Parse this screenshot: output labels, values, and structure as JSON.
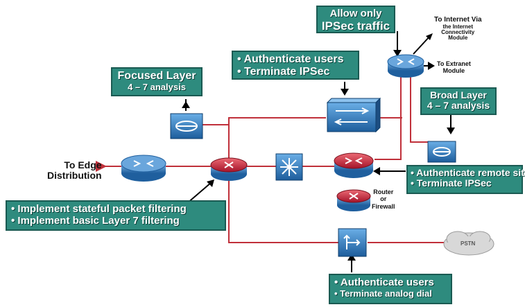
{
  "callouts": {
    "allow_ipsec": {
      "line1": "Allow only",
      "line2": "IPSec traffic"
    },
    "focused_layer": {
      "line1": "Focused Layer",
      "line2": "4 – 7 analysis"
    },
    "auth_terminate_vpn": {
      "line1": "• Authenticate users",
      "line2": "• Terminate IPSec"
    },
    "broad_layer": {
      "line1": "Broad Layer",
      "line2": "4 – 7 analysis"
    },
    "remote_sites": {
      "line1": "• Authenticate remote sites",
      "line2": "• Terminate IPSec"
    },
    "filtering": {
      "line1": "• Implement stateful packet filtering",
      "line2": "• Implement basic Layer 7 filtering"
    },
    "analog_dial": {
      "line1": "• Authenticate users",
      "line2": "• Terminate analog dial"
    }
  },
  "labels": {
    "internet": {
      "line1": "To Internet Via",
      "line2": "the Internet",
      "line3": "Connectivity",
      "line4": "Module"
    },
    "extranet": {
      "line1": "To Extranet",
      "line2": "Module"
    },
    "edge": {
      "line1": "To Edge",
      "line2": "Distribution"
    },
    "router_firewall": {
      "line1": "Router",
      "line2": "or",
      "line3": "Firewall"
    },
    "pstn": "PSTN"
  },
  "colors": {
    "callout_fill": "#2e8b7e",
    "connection_line": "#c0303a",
    "router_blue": "#2a6fb0",
    "router_red": "#c8283a"
  },
  "icons": [
    "router-icon",
    "firewall-router-icon",
    "ids-sensor-icon",
    "vpn-concentrator-icon",
    "layer3-switch-icon",
    "access-server-icon",
    "pstn-cloud-icon"
  ]
}
